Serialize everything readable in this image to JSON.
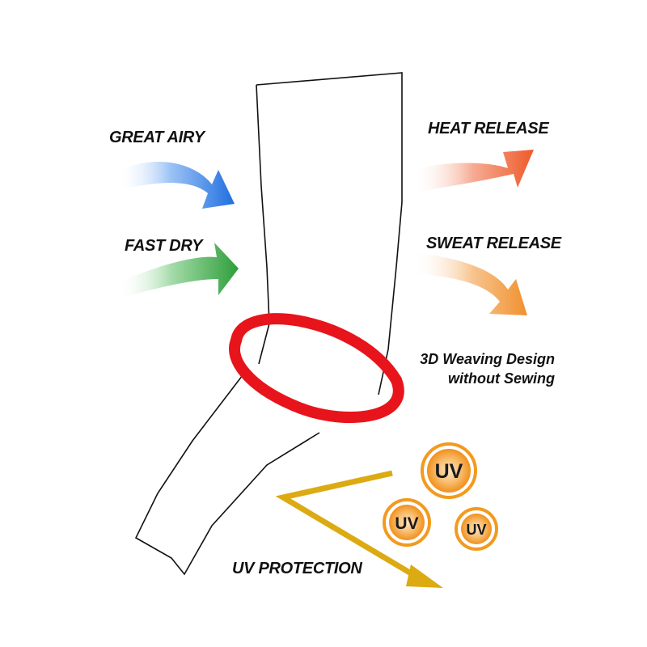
{
  "labels": {
    "great_airy": "GREAT AIRY",
    "fast_dry": "FAST DRY",
    "heat_release": "HEAT RELEASE",
    "sweat_release": "SWEAT RELEASE",
    "weaving_line1": "3D Weaving Design",
    "weaving_line2": "without Sewing",
    "uv_protection": "UV PROTECTION"
  },
  "uv_badges": [
    {
      "text": "UV"
    },
    {
      "text": "UV"
    },
    {
      "text": "UV"
    }
  ],
  "colors": {
    "airy_arrow": "#1f6fe0",
    "dry_arrow": "#2e9e3a",
    "heat_arrow": "#ee5a2a",
    "sweat_arrow": "#f08a22",
    "ring": "#e8141b",
    "uv_arrow": "#dcaa12",
    "uv_orange": "#f39a1e",
    "outline": "#111111"
  },
  "icons": {
    "sleeve": "arm-sleeve-outline",
    "ring": "seamless-ring",
    "uv_arrow": "reflected-ray-arrow",
    "uv_badge": "uv-sun-badge"
  }
}
